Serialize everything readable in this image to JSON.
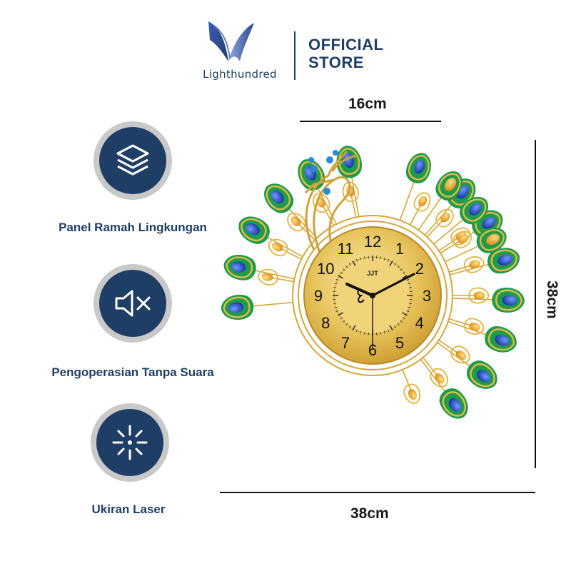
{
  "header": {
    "brand_name": "Lighthundred",
    "store_line1": "OFFICIAL",
    "store_line2": "STORE"
  },
  "features": [
    {
      "icon": "layers-icon",
      "label": "Panel Ramah Lingkungan"
    },
    {
      "icon": "mute-speaker-icon",
      "label": "Pengoperasian Tanpa Suara"
    },
    {
      "icon": "laser-burst-icon",
      "label": "Ukiran Laser"
    }
  ],
  "dimensions": {
    "top_width": "16cm",
    "height": "38cm",
    "bottom_width": "38cm"
  },
  "clock": {
    "brand": "JJT",
    "numbers": [
      "12",
      "1",
      "2",
      "3",
      "4",
      "5",
      "6",
      "7",
      "8",
      "9",
      "10",
      "11"
    ]
  },
  "colors": {
    "navy": "#1f3e66",
    "gold": "#d4a73a",
    "emerald": "#1e9c4a",
    "sapphire": "#1f3fae",
    "amber": "#f0a91e",
    "ring_grey": "#c9c9c9"
  }
}
